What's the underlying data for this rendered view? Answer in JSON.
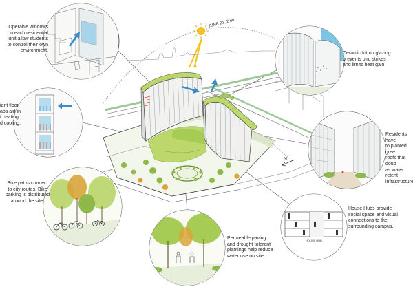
{
  "diagram": {
    "sun_label": "JUNE 21, 2 pm",
    "north_label": "N",
    "house_hub_label": "HOUSE HUB",
    "callouts": [
      {
        "id": "windows",
        "text": "Operable windows\nin each residential\nunit allow students\nto control their own\nenvironment."
      },
      {
        "id": "radiant",
        "text": "iant floor\nabs aid in\nt heating\nd cooling."
      },
      {
        "id": "bike",
        "text": "Bike paths connect\nto city routes. Bike\nparking is distributed\naround the site."
      },
      {
        "id": "paving",
        "text": "Permeable paving\nand drought-tolerant\nplantings help reduce\nwater use on site."
      },
      {
        "id": "ceramic",
        "text": "Ceramic frit on glazing\nprevents bird strikes\nand limits heat gain."
      },
      {
        "id": "roofs",
        "text": "Residents have\nto planted gree\nroofs that doub\nas water retent\ninfrastructure."
      },
      {
        "id": "hubs",
        "text": "House Hubs provide\nsocial space and visual\nconnections to the\nsurrounding campus."
      }
    ]
  },
  "colors": {
    "grass": "#bcd86a",
    "grass_dark": "#8fb84a",
    "tree": "#7fae3a",
    "tree_autumn": "#d8a43a",
    "sky": "#7ec4e4",
    "arrow_blue": "#3a8cc8",
    "sun": "#f3c21b",
    "heat_red": "#d9453a",
    "line": "#555555"
  }
}
